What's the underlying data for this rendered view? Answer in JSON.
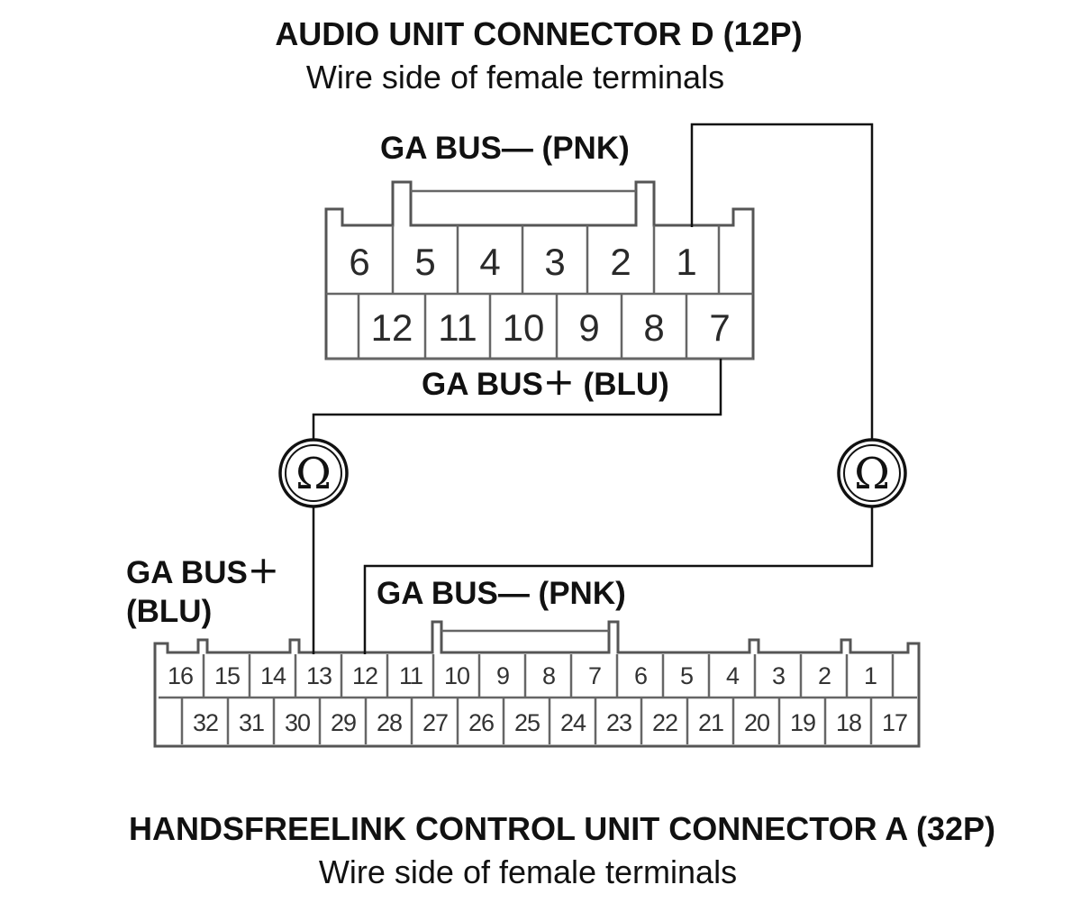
{
  "titles": {
    "audio_title": "AUDIO UNIT CONNECTOR D (12P)",
    "audio_subtitle": "Wire side of female terminals",
    "hfl_title": "HANDSFREELINK CONTROL UNIT CONNECTOR A (32P)",
    "hfl_subtitle": "Wire side of female terminals"
  },
  "labels": {
    "audio_bus_minus": "GA BUS― (PNK)",
    "audio_bus_plus": "GA BUS＋ (BLU)",
    "hfl_bus_plus_line1": "GA BUS＋",
    "hfl_bus_plus_line2": "(BLU)",
    "hfl_bus_minus": "GA BUS― (PNK)"
  },
  "meters": {
    "left_symbol": "Ω",
    "right_symbol": "Ω"
  },
  "connector_12p": {
    "top_row": [
      "6",
      "5",
      "4",
      "3",
      "2",
      "1"
    ],
    "bottom_row": [
      "12",
      "11",
      "10",
      "9",
      "8",
      "7"
    ]
  },
  "connector_32p": {
    "top_row": [
      "16",
      "15",
      "14",
      "13",
      "12",
      "11",
      "10",
      "9",
      "8",
      "7",
      "6",
      "5",
      "4",
      "3",
      "2",
      "1"
    ],
    "bottom_row": [
      "32",
      "31",
      "30",
      "29",
      "28",
      "27",
      "26",
      "25",
      "24",
      "23",
      "22",
      "21",
      "20",
      "19",
      "18",
      "17"
    ]
  }
}
